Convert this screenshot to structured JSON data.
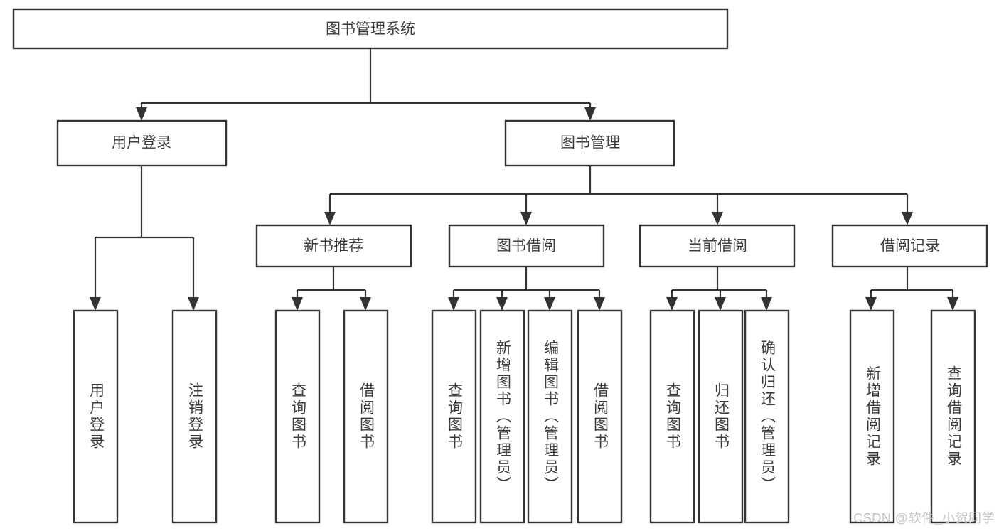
{
  "diagram": {
    "type": "tree",
    "title": "图书管理系统",
    "orientation": "top-down",
    "colors": {
      "background": "#ffffff",
      "box_fill": "#ffffff",
      "box_stroke": "#333333",
      "text": "#3b3b3b",
      "watermark": "#c4c4c4"
    },
    "levels": 4
  },
  "root": {
    "label": "图书管理系统"
  },
  "level2": [
    {
      "label": "用户登录"
    },
    {
      "label": "图书管理"
    }
  ],
  "level3": [
    {
      "label": "新书推荐"
    },
    {
      "label": "图书借阅"
    },
    {
      "label": "当前借阅"
    },
    {
      "label": "借阅记录"
    }
  ],
  "leaves": {
    "user_login": [
      {
        "label": "用户登录"
      },
      {
        "label": "注销登录"
      }
    ],
    "new_book_recommend": [
      {
        "label": "查询图书"
      },
      {
        "label": "借阅图书"
      }
    ],
    "book_borrow": [
      {
        "label": "查询图书"
      },
      {
        "label": "新增图书（管理员）"
      },
      {
        "label": "编辑图书（管理员）"
      },
      {
        "label": "借阅图书"
      }
    ],
    "current_borrow": [
      {
        "label": "查询图书"
      },
      {
        "label": "归还图书"
      },
      {
        "label": "确认归还（管理员）"
      }
    ],
    "borrow_record": [
      {
        "label": "新增借阅记录"
      },
      {
        "label": "查询借阅记录"
      }
    ]
  },
  "watermark": {
    "label": "CSDN @软件_小贺同学"
  }
}
